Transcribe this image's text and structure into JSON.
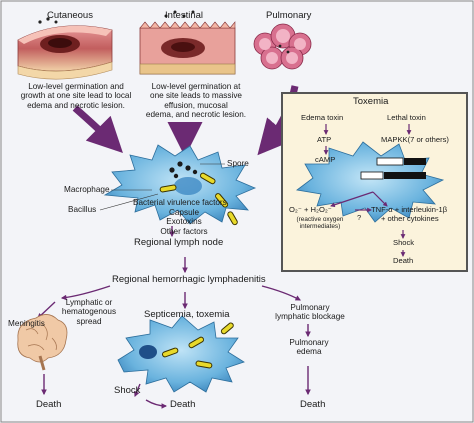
{
  "routes": {
    "cutaneous": "Cutaneous",
    "intestinal": "Intestinal",
    "pulmonary": "Pulmonary"
  },
  "descriptions": {
    "cutaneous": [
      "Low-level germination and",
      "growth at one site lead to local",
      "edema and necrotic lesion."
    ],
    "intestinal": [
      "Low-level germination at",
      "one site leads to massive",
      "effusion, mucosal",
      "edema, and necrotic lesion."
    ]
  },
  "cell_labels": {
    "spore": "Spore",
    "macrophage": "Macrophage",
    "bacillus": "Bacillus"
  },
  "virulence": {
    "title": "Bacterial virulence factors",
    "items": [
      "Capsule",
      "Exotoxins",
      "Other factors"
    ]
  },
  "flow": {
    "regional_lymph_node": "Regional lymph node",
    "regional_lymphadenitis": "Regional hemorrhagic lymphadenitis",
    "lymphatic_spread": [
      "Lymphatic or",
      "hematogenous",
      "spread"
    ],
    "meningitis": "Meningitis",
    "septicemia": "Septicemia, toxemia",
    "pulmonary_blockage": [
      "Pulmonary",
      "lymphatic blockage"
    ],
    "pulmonary_edema": [
      "Pulmonary",
      "edema"
    ],
    "shock": "Shock",
    "death_left": "Death",
    "death_center": "Death",
    "death_right": "Death"
  },
  "toxemia": {
    "title": "Toxemia",
    "edema_toxin": "Edema toxin",
    "lethal_toxin": "Lethal toxin",
    "atp": "ATP",
    "camp": "cAMP",
    "mapkk": "MAPKK(7 or others)",
    "ros": "O₂⁻ + H₂O₂⁻",
    "ros_note": [
      "(reactive oxygen",
      "intermediates)"
    ],
    "question": "?",
    "cytokines": [
      "TNF-α + interleukin-1β",
      "+ other cytokines"
    ],
    "shock": "Shock",
    "death": "Death"
  },
  "colors": {
    "arrow": "#6b2a73",
    "macrophage": "#6ab3de",
    "bacillus": "#e8d92a",
    "toxemia_bg": "#fbf3dc"
  }
}
